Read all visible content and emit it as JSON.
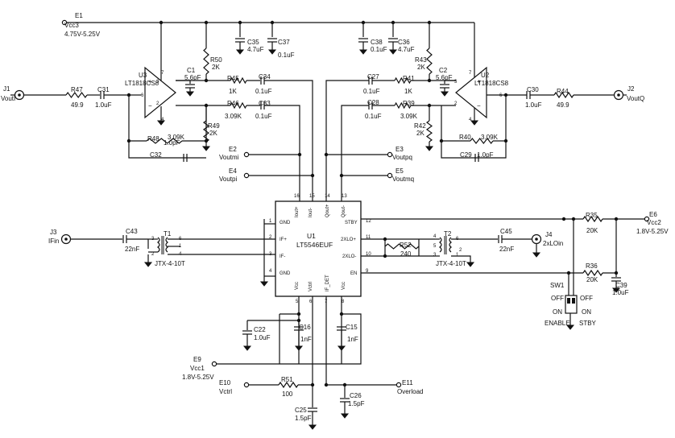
{
  "ports": {
    "E1": {
      "name": "E1",
      "net": "Vcc3",
      "range": "4.75V-5.25V"
    },
    "E2": {
      "name": "E2",
      "net": "Voutmi"
    },
    "E3": {
      "name": "E3",
      "net": "Voutpq"
    },
    "E4": {
      "name": "E4",
      "net": "Voutpi"
    },
    "E5": {
      "name": "E5",
      "net": "Voutmq"
    },
    "E6": {
      "name": "E6",
      "net": "Vcc2",
      "range": "1.8V-5.25V"
    },
    "E9": {
      "name": "E9",
      "net": "Vcc1",
      "range": "1.8V-5.25V"
    },
    "E10": {
      "name": "E10",
      "net": "Vctrl"
    },
    "E11": {
      "name": "E11",
      "net": "Overload"
    },
    "J1": {
      "name": "J1",
      "net": "VoutI"
    },
    "J2": {
      "name": "J2",
      "net": "VoutQ"
    },
    "J3": {
      "name": "J3",
      "net": "IFin"
    },
    "J4": {
      "name": "J4",
      "net": "2xLOin"
    }
  },
  "opamps": {
    "U3": {
      "ref": "U3",
      "part": "LT1818CS8"
    },
    "U2": {
      "ref": "U2",
      "part": "LT1818CS8"
    }
  },
  "ic": {
    "ref": "U1",
    "part": "LT5546EUF",
    "pins": {
      "gnd_top": "GND",
      "ifp": "IF+",
      "ifm": "IF-",
      "gnd_bot": "GND",
      "stby": "STBY",
      "lop": "2XLO+",
      "lom": "2XLO-",
      "en": "EN",
      "iout_p": "Iout+",
      "iout_m": "Iout-",
      "qout_p": "Qout+",
      "qout_m": "Qout-",
      "vcc_a": "Vcc",
      "vctrl": "Vctrl",
      "ifdet": "IF_DET",
      "vcc_b": "Vcc"
    },
    "pin_numbers": {
      "p1": "1",
      "p2": "2",
      "p3": "3",
      "p4": "4",
      "p5": "5",
      "p6": "6",
      "p7": "7",
      "p8": "8",
      "p9": "9",
      "p10": "10",
      "p11": "11",
      "p12": "12",
      "p13": "13",
      "p14": "14",
      "p15": "15",
      "p16": "16"
    }
  },
  "transformers": {
    "T1": {
      "ref": "T1",
      "part": "JTX-4-10T",
      "pins": [
        "3",
        "6",
        "2",
        "1",
        "4"
      ]
    },
    "T2": {
      "ref": "T2",
      "part": "JTX-4-10T",
      "pins": [
        "4",
        "3",
        "6",
        "1",
        "2",
        "5"
      ]
    }
  },
  "opamp_pins": {
    "u3": [
      "3",
      "2",
      "6",
      "7",
      "4"
    ],
    "u2": [
      "3",
      "2",
      "6",
      "7",
      "4"
    ]
  },
  "resistors": [
    {
      "ref": "R47",
      "value": "49.9"
    },
    {
      "ref": "R45",
      "value": "1K"
    },
    {
      "ref": "R46",
      "value": "3.09K"
    },
    {
      "ref": "R48",
      "value": "3.09K"
    },
    {
      "ref": "R50",
      "value": "2K"
    },
    {
      "ref": "R49",
      "value": "2K"
    },
    {
      "ref": "R41",
      "value": "1K"
    },
    {
      "ref": "R39",
      "value": "3.09K"
    },
    {
      "ref": "R43",
      "value": "2K"
    },
    {
      "ref": "R42",
      "value": "2K"
    },
    {
      "ref": "R40",
      "value": "3.09K"
    },
    {
      "ref": "R44",
      "value": "49.9"
    },
    {
      "ref": "R52",
      "value": "240"
    },
    {
      "ref": "R35",
      "value": "20K"
    },
    {
      "ref": "R36",
      "value": "20K"
    },
    {
      "ref": "R51",
      "value": "100"
    }
  ],
  "capacitors": [
    {
      "ref": "C31",
      "value": "1.0uF"
    },
    {
      "ref": "C1",
      "value": "5.6pF"
    },
    {
      "ref": "C34",
      "value": "0.1uF"
    },
    {
      "ref": "C33",
      "value": "0.1uF"
    },
    {
      "ref": "C32",
      "value": "1.0pF"
    },
    {
      "ref": "C35",
      "value": "4.7uF"
    },
    {
      "ref": "C37",
      "value": "0.1uF"
    },
    {
      "ref": "C38",
      "value": "0.1uF"
    },
    {
      "ref": "C36",
      "value": "4.7uF"
    },
    {
      "ref": "C27",
      "value": "0.1uF"
    },
    {
      "ref": "C28",
      "value": "0.1uF"
    },
    {
      "ref": "C2",
      "value": "5.6pF"
    },
    {
      "ref": "C30",
      "value": "1.0uF"
    },
    {
      "ref": "C29",
      "value": "1.0pF"
    },
    {
      "ref": "C43",
      "value": "22nF"
    },
    {
      "ref": "C45",
      "value": "22nF"
    },
    {
      "ref": "C39",
      "value": "1.0uF"
    },
    {
      "ref": "C22",
      "value": "1.0uF"
    },
    {
      "ref": "C16",
      "value": "1nF"
    },
    {
      "ref": "C15",
      "value": "1nF"
    },
    {
      "ref": "C25",
      "value": "1.5pF"
    },
    {
      "ref": "C26",
      "value": "1.5pF"
    }
  ],
  "switch": {
    "ref": "SW1",
    "off_left": "OFF",
    "on_left": "ON",
    "off_right": "OFF",
    "on_right": "ON",
    "mode_left": "ENABLE",
    "mode_right": "STBY"
  },
  "colors": {
    "ink": "#111111",
    "paper": "#ffffff"
  }
}
